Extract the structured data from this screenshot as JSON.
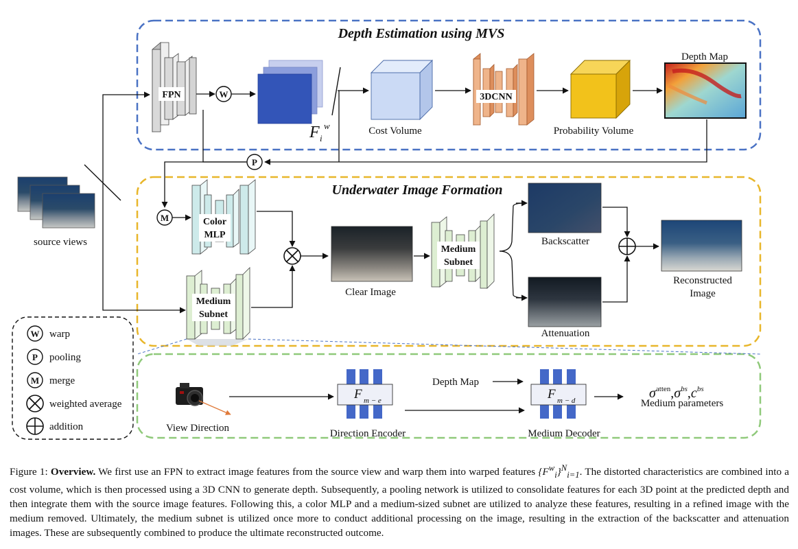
{
  "sections": {
    "mvs_title": "Depth Estimation using MVS",
    "uif_title": "Underwater Image Formation"
  },
  "labels": {
    "fpn": "FPN",
    "warped_features": "F",
    "warped_sub": "i",
    "warped_sup": "w",
    "cost_volume": "Cost Volume",
    "cnn3d": "3DCNN",
    "probability_volume": "Probability Volume",
    "depth_map": "Depth Map",
    "source_views": "source views",
    "color_mlp_1": "Color",
    "color_mlp_2": "MLP",
    "medium_subnet_1": "Medium",
    "medium_subnet_2": "Subnet",
    "clear_image": "Clear Image",
    "backscatter": "Backscatter",
    "attenuation": "Attenuation",
    "reconstructed_1": "Reconstructed",
    "reconstructed_2": "Image",
    "view_direction": "View Direction",
    "direction_encoder": "Direction Encoder",
    "medium_decoder": "Medium Decoder",
    "depth_map_input": "Depth Map",
    "encoder_symbol": "F",
    "encoder_sub": "m − e",
    "decoder_symbol": "F",
    "decoder_sub": "m − d",
    "medium_params_symbols": "σ",
    "medium_params": "Medium parameters",
    "sigma_atten_sup": "atten",
    "sigma_bs_sup": "bs",
    "c_bs": "c",
    "c_bs_sup": "bs",
    "separator": ","
  },
  "circles": {
    "warp": "W",
    "pooling": "P",
    "merge": "M"
  },
  "legend": [
    {
      "symbol": "W",
      "label": "warp"
    },
    {
      "symbol": "P",
      "label": "pooling"
    },
    {
      "symbol": "M",
      "label": "merge"
    },
    {
      "symbol": "⊗",
      "label": "weighted average"
    },
    {
      "symbol": "⊕",
      "label": "addition"
    }
  ],
  "caption": {
    "prefix": "Figure 1: ",
    "bold": "Overview.",
    "text1": " We first use an FPN to extract image features from the source view and warp them into warped features ",
    "set_open": "{F",
    "set_sup": "w",
    "set_sub": "i",
    "set_close": "}",
    "set_range_sup": "N",
    "set_range_sub": "i=1",
    "text2": ". The distorted characteristics are combined into a cost volume, which is then processed using a 3D CNN to generate depth. Subsequently, a pooling network is utilized to consolidate features for each 3D point at the predicted depth and then integrate them with the source image features. Following this, a color MLP and a medium-sized subnet are utilized to analyze these features, resulting in a refined image with the medium removed. Ultimately, the medium subnet is utilized once more to conduct additional processing on the image, resulting in the extraction of the backscatter and attenuation images. These are subsequently combined to produce the ultimate reconstructed outcome."
  },
  "colors": {
    "mvs_border": "#4a72c4",
    "uif_border": "#e8b62a",
    "bottom_border": "#8fc97a",
    "cost_volume_fill": "#c9d9f5",
    "prob_volume_fill": "#f2c21b",
    "cnn_fill": "#efb48a",
    "mlp_fill": "#cdeaea",
    "subnet_fill": "#ddeed2",
    "fpn_fill": "#d9d9d9",
    "feature_fill": "#3355b8",
    "block_blue": "#4468c8"
  }
}
